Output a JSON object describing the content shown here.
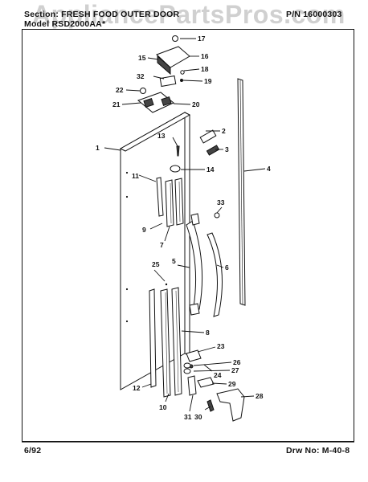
{
  "header": {
    "section_label": "Section:",
    "section_title": "FRESH FOOD OUTER DOOR",
    "part_number_label": "P/N",
    "part_number": "16000303",
    "model_label": "Model",
    "model_number": "RSD2000AA*"
  },
  "watermark": "AppliancePartsPros.com",
  "footer": {
    "date": "6/92",
    "drawing_label": "Drw No:",
    "drawing_number": "M-40-8"
  },
  "callouts": {
    "c1": "1",
    "c2": "2",
    "c3": "3",
    "c4": "4",
    "c5": "5",
    "c6": "6",
    "c7": "7",
    "c8": "8",
    "c9": "9",
    "c10": "10",
    "c11": "11",
    "c12": "12",
    "c13": "13",
    "c14": "14",
    "c15": "15",
    "c16": "16",
    "c17": "17",
    "c18": "18",
    "c19": "19",
    "c20": "20",
    "c21": "21",
    "c22": "22",
    "c23": "23",
    "c24": "24",
    "c25": "25",
    "c26": "26",
    "c27": "27",
    "c28": "28",
    "c29": "29",
    "c30": "30",
    "c31": "31",
    "c32": "32",
    "c33": "33"
  }
}
